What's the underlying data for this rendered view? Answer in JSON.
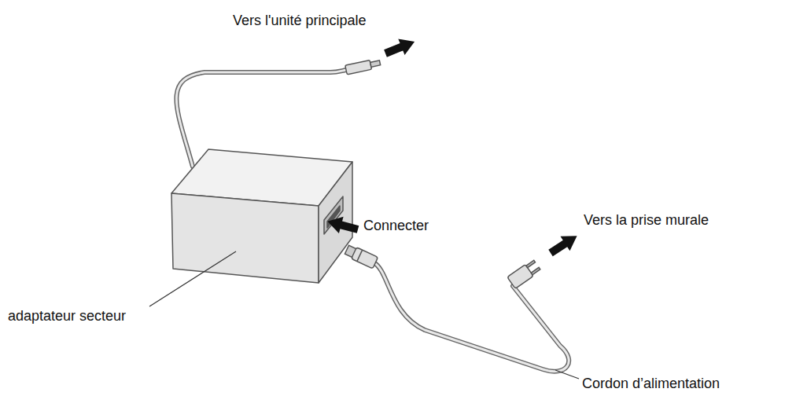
{
  "diagram": {
    "labels": [
      "Vers l'unité principale",
      "Connecter",
      "Vers la prise murale",
      "adaptateur secteur",
      "Cordon d’alimentation"
    ]
  }
}
